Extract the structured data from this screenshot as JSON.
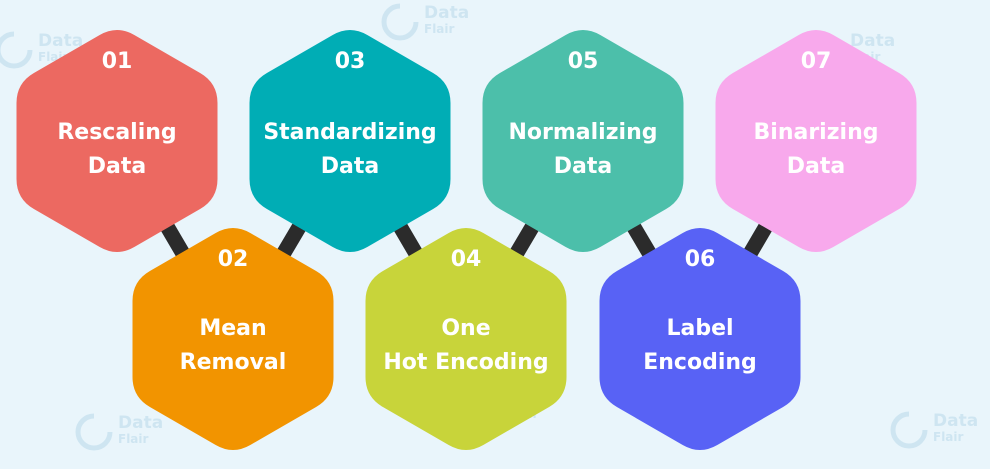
{
  "watermark": {
    "line1": "Data",
    "line2": "Flair"
  },
  "steps": [
    {
      "number": "01",
      "lines": [
        "Rescaling",
        "Data"
      ],
      "color": "#ec6961",
      "row": "top",
      "col": 0
    },
    {
      "number": "02",
      "lines": [
        "Mean",
        "Removal"
      ],
      "color": "#f29400",
      "row": "bottom",
      "col": 0
    },
    {
      "number": "03",
      "lines": [
        "Standardizing",
        "Data"
      ],
      "color": "#00adb5",
      "row": "top",
      "col": 1
    },
    {
      "number": "04",
      "lines": [
        "One",
        "Hot Encoding"
      ],
      "color": "#c8d43a",
      "row": "bottom",
      "col": 1
    },
    {
      "number": "05",
      "lines": [
        "Normalizing",
        "Data"
      ],
      "color": "#4cbfaa",
      "row": "top",
      "col": 2
    },
    {
      "number": "06",
      "lines": [
        "Label",
        "Encoding"
      ],
      "color": "#5862f5",
      "row": "bottom",
      "col": 2
    },
    {
      "number": "07",
      "lines": [
        "Binarizing",
        "Data"
      ],
      "color": "#f8a9ec",
      "row": "top",
      "col": 3
    }
  ],
  "connector_color": "#2b2b2b"
}
